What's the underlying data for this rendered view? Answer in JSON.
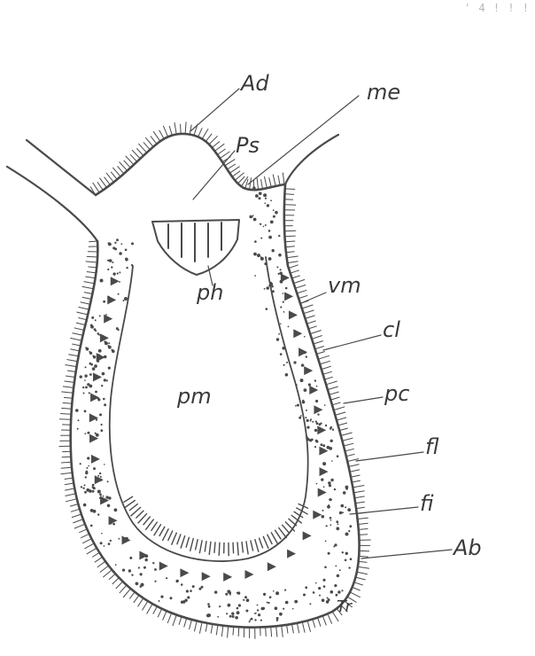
{
  "diagram": {
    "corner_mark": "' 4 ! ! !",
    "labels": {
      "ad": "Ad",
      "me": "me",
      "ps": "Ps",
      "ph": "ph",
      "pm": "pm",
      "vm": "vm",
      "cl": "cl",
      "pc": "pc",
      "fl": "fl",
      "fi": "fi",
      "ab": "Ab",
      "tr": "Tr"
    }
  },
  "colors": {
    "ink": "#4a4a4a",
    "background": "#ffffff"
  }
}
